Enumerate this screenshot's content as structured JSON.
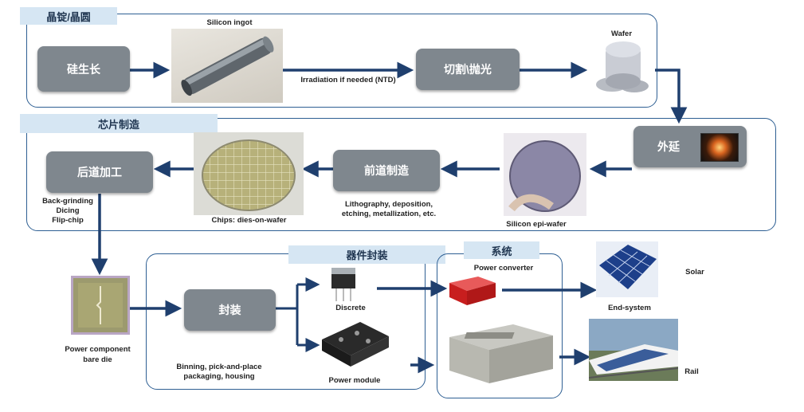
{
  "sections": {
    "ingot": "晶锭/晶圆",
    "chip": "芯片制造",
    "package": "器件封装",
    "system": "系统"
  },
  "nodes": {
    "silicon_growth": "硅生长",
    "cutting": "切割\\抛光",
    "epitaxy": "外延",
    "front_end": "前道制造",
    "back_end": "后道加工",
    "packaging": "封装"
  },
  "labels": {
    "silicon_ingot": "Silicon ingot",
    "irradiation": "Irradiation if needed (NTD)",
    "wafer": "Wafer",
    "epi_wafer": "Silicon epi-wafer",
    "front_end_desc_1": "Lithography, deposition,",
    "front_end_desc_2": "etching, metallization, etc.",
    "chips": "Chips: dies-on-wafer",
    "back_end_desc_1": "Back-grinding",
    "back_end_desc_2": "Dicing",
    "back_end_desc_3": "Flip-chip",
    "bare_die_1": "Power component",
    "bare_die_2": "bare die",
    "packaging_desc_1": "Binning, pick-and-place",
    "packaging_desc_2": "packaging, housing",
    "discrete": "Discrete",
    "power_module": "Power module",
    "power_converter": "Power converter",
    "end_system": "End-system",
    "solar": "Solar",
    "rail": "Rail"
  },
  "colors": {
    "frame": "#2e5f93",
    "arrow": "#1f3f6e",
    "tab": "#d6e6f3",
    "node": "#7f878e"
  }
}
